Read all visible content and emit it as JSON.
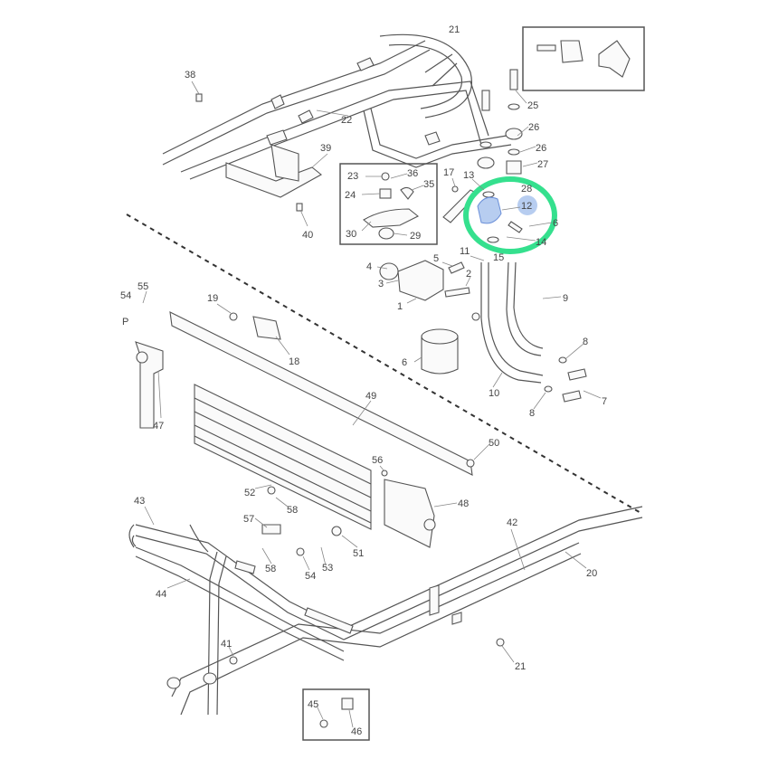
{
  "diagram": {
    "labels": [
      "38",
      "22",
      "39",
      "40",
      "23",
      "36",
      "24",
      "35",
      "30",
      "29",
      "17",
      "13",
      "28",
      "12",
      "6",
      "14",
      "11",
      "15",
      "25",
      "26",
      "26",
      "27",
      "4",
      "5",
      "3",
      "2",
      "1",
      "9",
      "8",
      "8",
      "7",
      "10",
      "6",
      "54",
      "55",
      "P",
      "19",
      "18",
      "47",
      "49",
      "50",
      "56",
      "52",
      "58",
      "48",
      "57",
      "51",
      "58",
      "54",
      "53",
      "43",
      "44",
      "42",
      "20",
      "41",
      "21",
      "45",
      "46",
      "21"
    ],
    "highlighted_part": "12",
    "colors": {
      "highlight_ring": "#35e08e",
      "highlight_fill": "#b7cdf0",
      "line": "#555555"
    }
  }
}
